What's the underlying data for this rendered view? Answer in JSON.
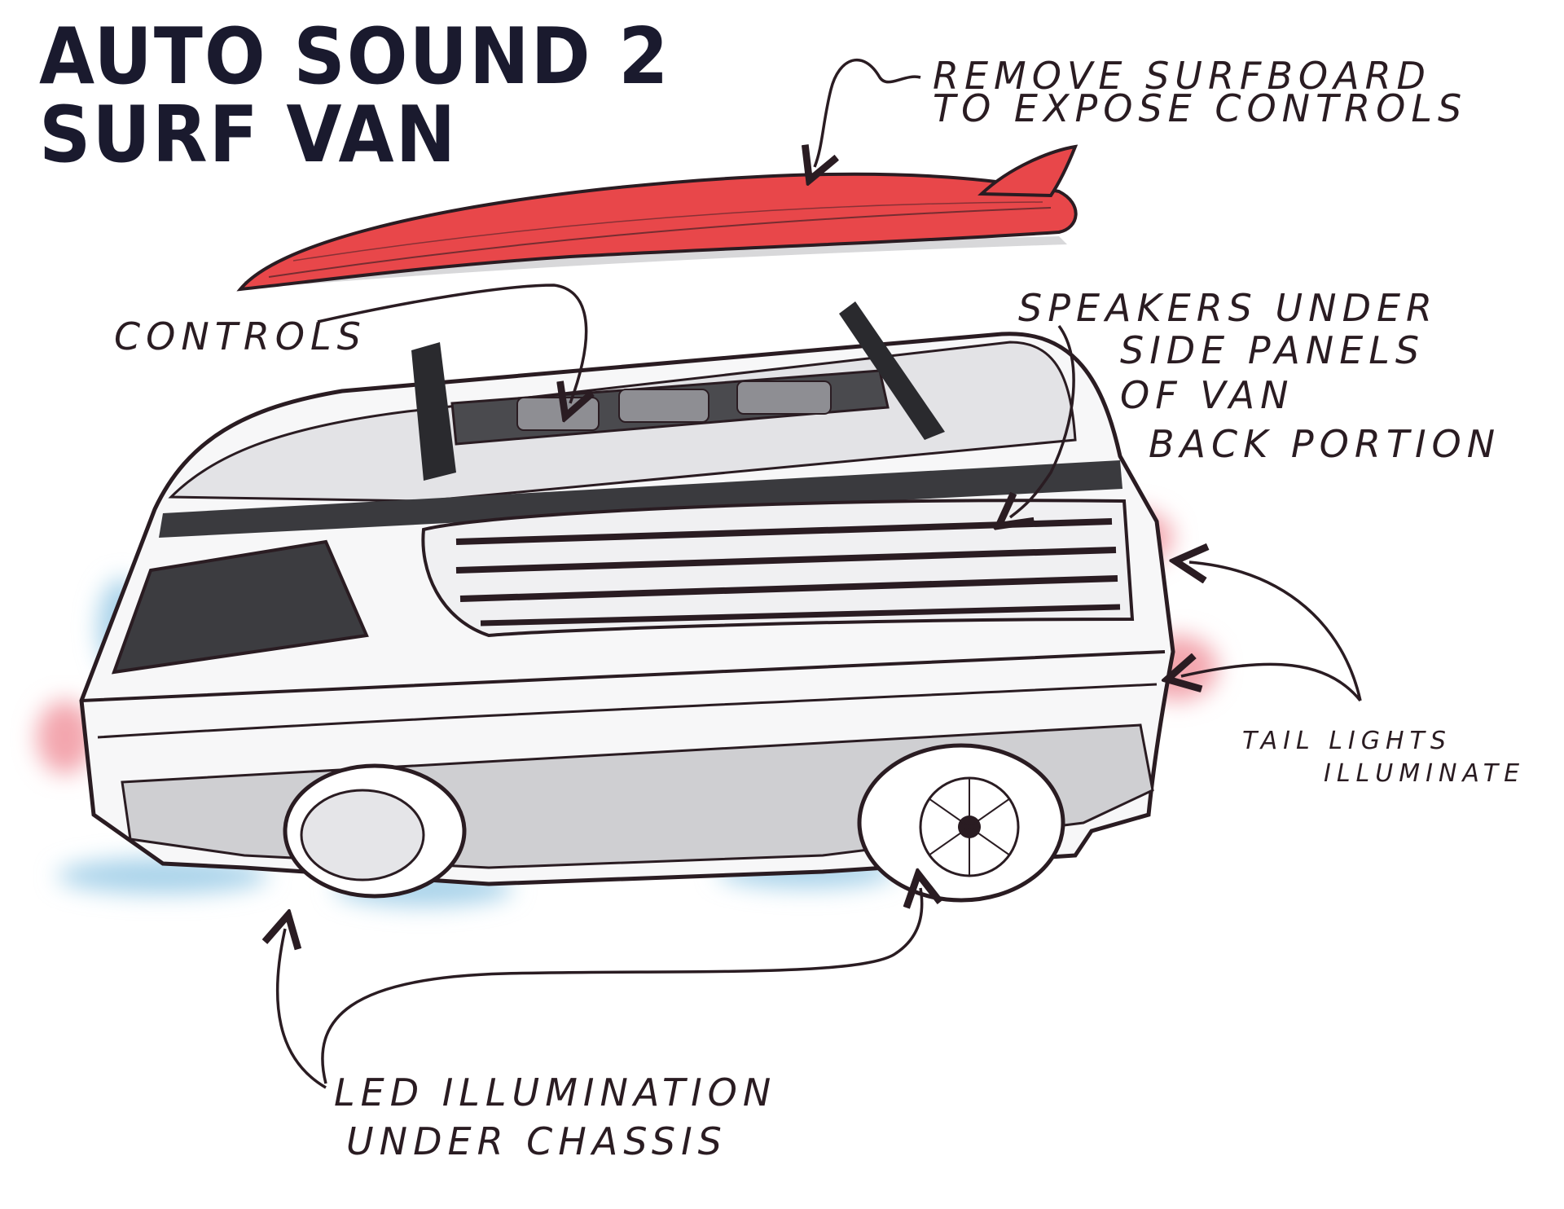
{
  "title": {
    "line1": "AUTO SOUND 2",
    "line2": "SURF VAN"
  },
  "annotations": {
    "surfboard": {
      "line1": "REMOVE SURFBOARD",
      "line2": "TO EXPOSE CONTROLS"
    },
    "controls": "CONTROLS",
    "speakers": {
      "line1": "SPEAKERS UNDER",
      "line2": "SIDE PANELS",
      "line3": "OF VAN",
      "line4": "BACK PORTION"
    },
    "tail_lights": {
      "line1": "TAIL LIGHTS",
      "line2": "ILLUMINATE"
    },
    "led": {
      "line1": "LED ILLUMINATION",
      "line2": "UNDER CHASSIS"
    }
  },
  "colors": {
    "ink": "#2a1c22",
    "title": "#1a1a2e",
    "surfboard": "#e8474a",
    "tail_glow": "#f3a6ae",
    "led_glow": "#a9d3ea",
    "window": "#3c3c40",
    "panel_grey": "#cfcfd2"
  }
}
